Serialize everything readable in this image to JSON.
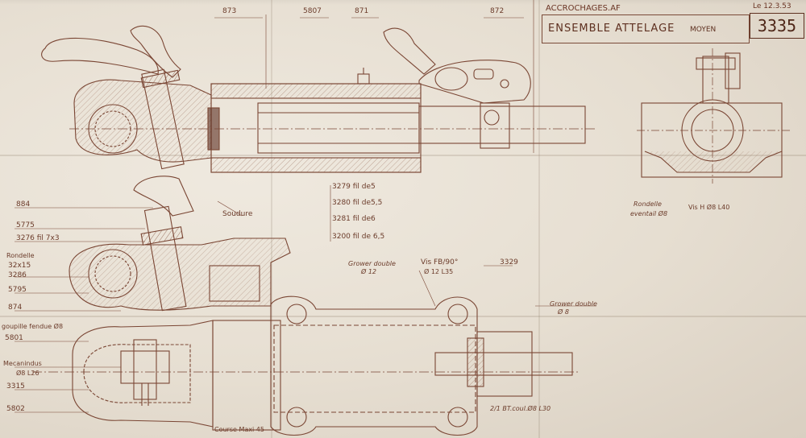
{
  "header": {
    "section": "ACCROCHAGES.AF",
    "date": "Le 12.3.53",
    "title": "ENSEMBLE ATTELAGE",
    "subtitle": "MOYEN",
    "number": "3335"
  },
  "top_refs": [
    "873",
    "5807",
    "871",
    "872"
  ],
  "springs": [
    "3279 fil de5",
    "3280 fil de5,5",
    "3281 fil de6",
    "3200 fil de 6,5"
  ],
  "left_refs": {
    "r884": "884",
    "r5775": "5775",
    "r3276": "3276 fil 7x3",
    "rondelle": "Rondelle",
    "rondelle_size": "32x15",
    "r3286": "3286",
    "r5795": "5795",
    "r874": "874",
    "goupille": "goupille fendue Ø8",
    "r5801": "5801",
    "mecanindus": "Mecanindus",
    "mecanindus_size": "Ø8 L26",
    "r3315": "3315",
    "r5802": "5802"
  },
  "soudure": "Soudure",
  "grower1": "Grower double",
  "grower1_size": "Ø 12",
  "vis_fb": "Vis FB/90°",
  "vis_fb_size": "Ø 12 L35",
  "ref3329": "3329",
  "grower2": "Grower double",
  "grower2_size": "Ø 8",
  "rondelle_ev": "Rondelle",
  "rondelle_ev_size": "eventail Ø8",
  "vis_h": "Vis H Ø8 L40",
  "course": "Course Maxi 45",
  "bottom_right_note": "2/1 BT.coul.Ø8 L30"
}
